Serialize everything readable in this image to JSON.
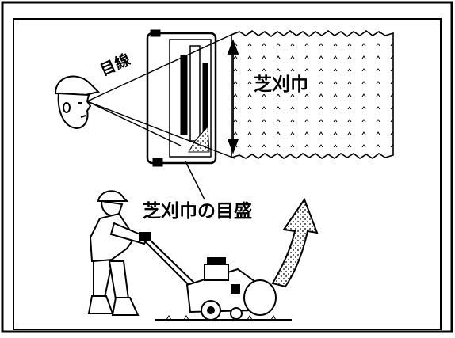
{
  "labels": {
    "line_of_sight": "目線",
    "cutting_width": "芝刈巾",
    "cutting_width_scale": "芝刈巾の目盛"
  },
  "colors": {
    "ink": "#000000",
    "paper": "#ffffff",
    "gray": "#777777"
  }
}
